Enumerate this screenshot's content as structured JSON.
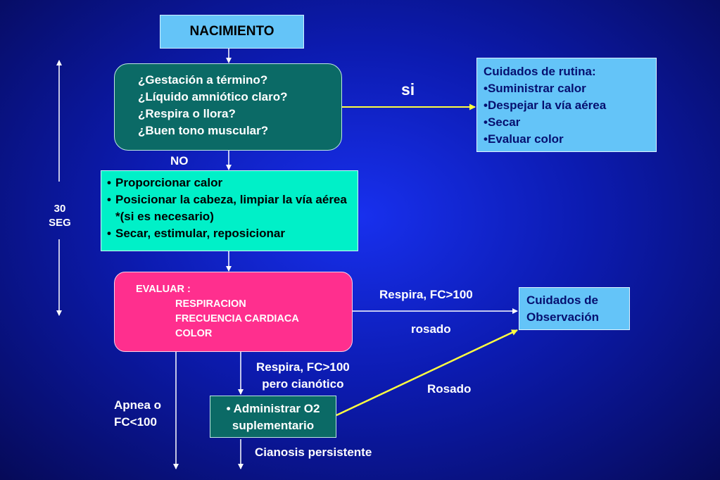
{
  "colors": {
    "background": "#0c1bb0",
    "light_blue_box": "#64c4f8",
    "teal_box": "#0b6a66",
    "aqua_box": "#00f0c8",
    "pink_box": "#ff2f8e",
    "yellow_arrow": "#ffff40"
  },
  "nodes": {
    "nacimiento": "NACIMIENTO",
    "preguntas": [
      "¿Gestación a término?",
      "¿Líquido amniótico claro?",
      "¿Respira o llora?",
      "¿Buen tono muscular?"
    ],
    "rutina": {
      "title": "Cuidados de rutina:",
      "items": [
        "•Suministrar calor",
        "•Despejar la vía aérea",
        "•Secar",
        "•Evaluar color"
      ]
    },
    "pasos": {
      "bullet": "•",
      "items": [
        "Proporcionar calor",
        "Posicionar la cabeza, limpiar la vía aérea *(si es necesario)",
        "Secar, estimular, reposicionar"
      ]
    },
    "evaluar": {
      "title": "EVALUAR :",
      "items": [
        "RESPIRACION",
        "FRECUENCIA CARDIACA",
        "COLOR"
      ]
    },
    "observacion": [
      "Cuidados de",
      "Observación"
    ],
    "o2": [
      "• Administrar O2",
      "suplementario"
    ]
  },
  "edge_labels": {
    "si": "si",
    "no": "NO",
    "respira_fc": "Respira, FC>100",
    "rosado_1": "rosado",
    "respira_cianotico": [
      "Respira, FC>100",
      "pero cianótico"
    ],
    "rosado_2": "Rosado",
    "apnea": [
      "Apnea o",
      "FC<100"
    ],
    "cianosis": "Cianosis persistente"
  },
  "timer": [
    "30",
    "SEG"
  ]
}
